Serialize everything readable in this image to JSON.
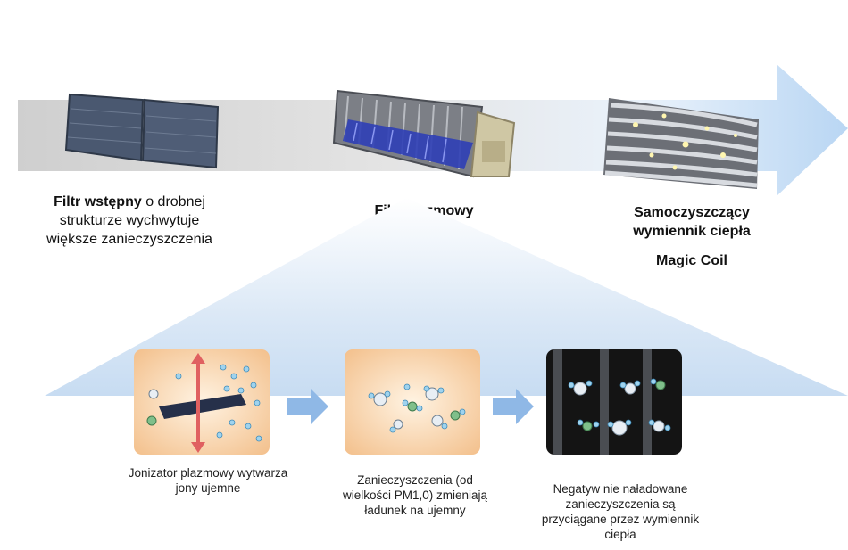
{
  "stages": {
    "prefilter": {
      "title": "Filtr wstępny",
      "text_line1": " o drobnej",
      "text_line2": "strukturze wychwytuje",
      "text_line3": "większe zanieczyszczenia"
    },
    "plasma": {
      "title": "Filtr plazmowy"
    },
    "coil": {
      "title_line1": "Samoczyszczący",
      "title_line2": "wymiennik ciepła",
      "subtitle": "Magic Coil"
    }
  },
  "steps": [
    {
      "caption_line1": "Jonizator plazmowy wytwarza",
      "caption_line2": "jony ujemne"
    },
    {
      "caption_line1": "Zanieczyszczenia (od",
      "caption_line2": "wielkości PM1,0) zmieniają",
      "caption_line3": "ładunek na ujemny"
    },
    {
      "caption_line1": "Negatyw nie naładowane",
      "caption_line2": "zanieczyszczenia są",
      "caption_line3": "przyciągane przez wymiennik",
      "caption_line4": "ciepła"
    }
  ],
  "colors": {
    "arrow_light": "#cfe3f7",
    "arrow_gray": "#d9d9d9",
    "cone": "#d6e6f6",
    "panel_warm": "#f7c99a",
    "panel_dark": "#1a1a1a",
    "flow_arrow": "#8fb8e6"
  }
}
